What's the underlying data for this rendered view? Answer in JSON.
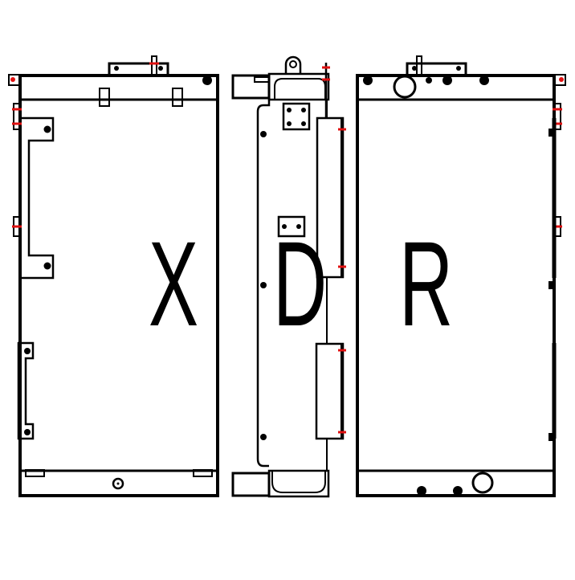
{
  "diagram": {
    "type": "technical-drawing",
    "subject": "radiator / cooler core three-view drawing",
    "colors": {
      "line": "#000000",
      "marker": "#e01010",
      "background": "#ffffff"
    },
    "views": [
      {
        "id": "front",
        "label": "X",
        "features": [
          "top filler tab with pin",
          "corner red-dot marker top-left",
          "two top brackets",
          "left C-shaped mounting bracket (upper)",
          "left C-shaped mounting bracket (lower)",
          "bottom drain plug",
          "two bottom slots"
        ]
      },
      {
        "id": "side",
        "label": "D",
        "features": [
          "lifting eye",
          "top tank",
          "bottom tank",
          "4-bolt flange",
          "2-bolt flange",
          "upper side bracket",
          "lower side bracket",
          "three side mounting dots"
        ]
      },
      {
        "id": "rear",
        "label": "R",
        "features": [
          "top pipe with round port",
          "corner red-dot marker top-right",
          "four top holes",
          "bottom large round port",
          "two bottom holes",
          "right edge brackets"
        ]
      }
    ]
  }
}
